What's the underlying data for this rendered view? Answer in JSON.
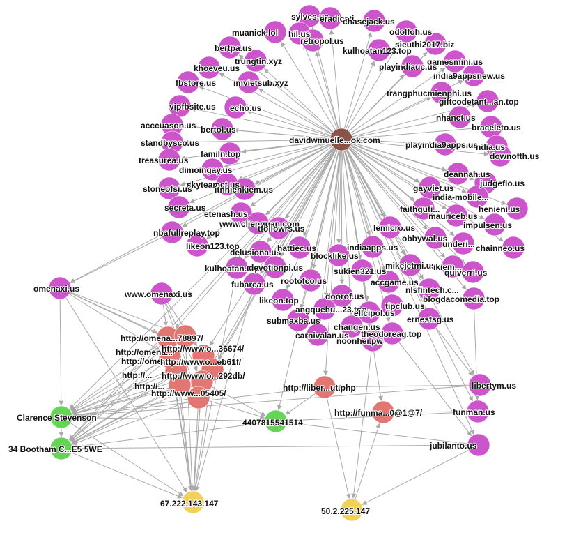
{
  "colors": {
    "domain": "#cc55cc",
    "email": "#8b5247",
    "url": "#e27672",
    "person": "#66d456",
    "ip": "#f0d25a",
    "edge": "#a9a9a9"
  },
  "nodes": [
    {
      "id": "center",
      "label": "davidwmuelle...ok.com",
      "type": "email"
    },
    {
      "id": "d_sylves",
      "label": "sylves.us",
      "type": "domain"
    },
    {
      "id": "d_eradicati",
      "label": "eradicati...",
      "type": "domain"
    },
    {
      "id": "d_chasejack",
      "label": "chasejack.us",
      "type": "domain"
    },
    {
      "id": "d_muanick",
      "label": "muanick.lol",
      "type": "domain"
    },
    {
      "id": "d_hil",
      "label": "hil.us",
      "type": "domain"
    },
    {
      "id": "d_odolfoh",
      "label": "odolfoh.us",
      "type": "domain"
    },
    {
      "id": "d_sieuthi",
      "label": "sieuthi2017.biz",
      "type": "domain"
    },
    {
      "id": "d_bertpa",
      "label": "bertpa.us",
      "type": "domain"
    },
    {
      "id": "d_retropol",
      "label": "retropol.us",
      "type": "domain"
    },
    {
      "id": "d_kulhoatan123",
      "label": "kulhoatan123.top",
      "type": "domain"
    },
    {
      "id": "d_gamesmini",
      "label": "gamesmini.us",
      "type": "domain"
    },
    {
      "id": "d_trungtin",
      "label": "trungtin.xyz",
      "type": "domain"
    },
    {
      "id": "d_playindiauc",
      "label": "playindiauc.us",
      "type": "domain"
    },
    {
      "id": "d_khoeveu",
      "label": "khoeveu.us",
      "type": "domain"
    },
    {
      "id": "d_india9apps",
      "label": "india9appsnew.us",
      "type": "domain"
    },
    {
      "id": "d_fbstore",
      "label": "fbstore.us",
      "type": "domain"
    },
    {
      "id": "d_imviet",
      "label": "imvietsub.xyz",
      "type": "domain"
    },
    {
      "id": "d_trangphuc",
      "label": "trangphucmienphi.us",
      "type": "domain"
    },
    {
      "id": "d_giftcode",
      "label": "giftcodetant...an.top",
      "type": "domain"
    },
    {
      "id": "d_vipfb",
      "label": "vipfbsite.us",
      "type": "domain"
    },
    {
      "id": "d_echo",
      "label": "echo.us",
      "type": "domain"
    },
    {
      "id": "d_nhanct",
      "label": "nhanct.us",
      "type": "domain"
    },
    {
      "id": "d_acccua",
      "label": "acccuason.us",
      "type": "domain"
    },
    {
      "id": "d_bertol",
      "label": "bertol.us",
      "type": "domain"
    },
    {
      "id": "d_bracelet",
      "label": "braceleto.us",
      "type": "domain"
    },
    {
      "id": "d_standby",
      "label": "standbysco.us",
      "type": "domain"
    },
    {
      "id": "d_playindia9",
      "label": "playindia9apps.us",
      "type": "domain"
    },
    {
      "id": "d_ndia",
      "label": "ndia.us",
      "type": "domain"
    },
    {
      "id": "d_familn",
      "label": "familn.top",
      "type": "domain"
    },
    {
      "id": "d_treasurea",
      "label": "treasurea.us",
      "type": "domain"
    },
    {
      "id": "d_downofth",
      "label": "downofth.us",
      "type": "domain"
    },
    {
      "id": "d_dimoi",
      "label": "dimoingay.us",
      "type": "domain"
    },
    {
      "id": "d_deannah",
      "label": "deannah.us",
      "type": "domain"
    },
    {
      "id": "d_skyteam",
      "label": "skyteamct.us",
      "type": "domain"
    },
    {
      "id": "d_gayviet",
      "label": "gayviet.us",
      "type": "domain"
    },
    {
      "id": "d_judgeflo",
      "label": "judgeflo.us",
      "type": "domain"
    },
    {
      "id": "d_stoneofsi",
      "label": "stoneofsi.us",
      "type": "domain"
    },
    {
      "id": "d_nhienkiem",
      "label": "itnhienkiem.us",
      "type": "domain"
    },
    {
      "id": "d_indiamobile",
      "label": "india-mobile...",
      "type": "domain"
    },
    {
      "id": "d_secreta",
      "label": "secreta.us",
      "type": "domain"
    },
    {
      "id": "d_faithgut",
      "label": "faithguti...",
      "type": "domain"
    },
    {
      "id": "d_henieni",
      "label": "henieni.us",
      "type": "domain"
    },
    {
      "id": "d_etenash",
      "label": "etenash.us",
      "type": "domain"
    },
    {
      "id": "d_mauriceb",
      "label": "mauriceb.us",
      "type": "domain"
    },
    {
      "id": "d_impulsen",
      "label": "impulsen.us",
      "type": "domain"
    },
    {
      "id": "d_clienquan",
      "label": "www.clienquan.com",
      "type": "domain"
    },
    {
      "id": "d_nbafull",
      "label": "nbafullreplay.top",
      "type": "domain"
    },
    {
      "id": "d_tfollow",
      "label": "tfollowrs.us",
      "type": "domain"
    },
    {
      "id": "d_lemicro",
      "label": "lemicro.us",
      "type": "domain"
    },
    {
      "id": "d_obbywal",
      "label": "obbywal.us",
      "type": "domain"
    },
    {
      "id": "d_underi",
      "label": "underi...",
      "type": "domain"
    },
    {
      "id": "d_chainneo",
      "label": "chainneo.us",
      "type": "domain"
    },
    {
      "id": "d_likeon123",
      "label": "likeon123.top",
      "type": "domain"
    },
    {
      "id": "d_delusiona",
      "label": "delusiona.us",
      "type": "domain"
    },
    {
      "id": "d_hattiec",
      "label": "hattiec.us",
      "type": "domain"
    },
    {
      "id": "d_indiaapps",
      "label": "indiaapps.us",
      "type": "domain"
    },
    {
      "id": "d_mikejet",
      "label": "mikejetmi.us",
      "type": "domain"
    },
    {
      "id": "d_ikiem",
      "label": "ikiem...",
      "type": "domain"
    },
    {
      "id": "d_quiverri",
      "label": "quiverri.us",
      "type": "domain"
    },
    {
      "id": "d_omenaxi",
      "label": "omenaxi.us",
      "type": "domain"
    },
    {
      "id": "d_kulhoatan",
      "label": "kulhoatan.top",
      "type": "domain"
    },
    {
      "id": "d_devotion",
      "label": "devotionpi.us",
      "type": "domain"
    },
    {
      "id": "d_blocklike",
      "label": "blocklike.us",
      "type": "domain"
    },
    {
      "id": "d_sukien",
      "label": "sukien321.us",
      "type": "domain"
    },
    {
      "id": "d_nlsfin",
      "label": "nlsfintech.c...",
      "type": "domain"
    },
    {
      "id": "d_accgame",
      "label": "accgame.us",
      "type": "domain"
    },
    {
      "id": "d_blogdaco",
      "label": "blogdacomedia.top",
      "type": "domain"
    },
    {
      "id": "d_wwwomenaxi",
      "label": "www.omenaxi.us",
      "type": "domain"
    },
    {
      "id": "d_fubarca",
      "label": "fubarca.us",
      "type": "domain"
    },
    {
      "id": "d_rootofco",
      "label": "rootofco.us",
      "type": "domain"
    },
    {
      "id": "d_likeon",
      "label": "likeon.top",
      "type": "domain"
    },
    {
      "id": "d_doorof",
      "label": "doorof.us",
      "type": "domain"
    },
    {
      "id": "d_tipclub",
      "label": "tipclub.us",
      "type": "domain"
    },
    {
      "id": "d_angquehu",
      "label": "angquehu...23.top",
      "type": "domain"
    },
    {
      "id": "d_ellcipol",
      "label": "ellcipol.us",
      "type": "domain"
    },
    {
      "id": "d_ernestsg",
      "label": "ernestsg.us",
      "type": "domain"
    },
    {
      "id": "d_submaxba",
      "label": "submaxba.us",
      "type": "domain"
    },
    {
      "id": "d_changen",
      "label": "changen.us",
      "type": "domain"
    },
    {
      "id": "d_carnival",
      "label": "carnivalan.us",
      "type": "domain"
    },
    {
      "id": "d_theodoreag",
      "label": "theodoreag.top",
      "type": "domain"
    },
    {
      "id": "d_noonhei",
      "label": "noonhei.pw",
      "type": "domain"
    },
    {
      "id": "d_libertym",
      "label": "libertym.us",
      "type": "domain"
    },
    {
      "id": "d_funman",
      "label": "funman.us",
      "type": "domain"
    },
    {
      "id": "d_jubilanto",
      "label": "jubilanto.us",
      "type": "domain"
    },
    {
      "id": "u_78897",
      "label": "http://omena...78897/",
      "type": "url"
    },
    {
      "id": "u_omena2",
      "label": "http://omena...",
      "type": "url"
    },
    {
      "id": "u_36674",
      "label": "http://www.o...36674/",
      "type": "url"
    },
    {
      "id": "u_omen3",
      "label": "http://omen...",
      "type": "url"
    },
    {
      "id": "u_eb61f",
      "label": "http://www.o...eb61f/",
      "type": "url"
    },
    {
      "id": "u_http5",
      "label": "http://...",
      "type": "url"
    },
    {
      "id": "u_292db",
      "label": "http://www.o...292db/",
      "type": "url"
    },
    {
      "id": "u_http7",
      "label": "http://...",
      "type": "url"
    },
    {
      "id": "u_05405",
      "label": "http://www...05405/",
      "type": "url"
    },
    {
      "id": "u_liber",
      "label": "http://liber...ut.php",
      "type": "url"
    },
    {
      "id": "u_funma",
      "label": "http://funma...0@1@7/",
      "type": "url"
    },
    {
      "id": "p_clarence",
      "label": "Clarence Stevenson",
      "type": "person"
    },
    {
      "id": "p_phone",
      "label": "4407815541514",
      "type": "person"
    },
    {
      "id": "p_address",
      "label": "34 Bootham C...E5 5WE",
      "type": "person"
    },
    {
      "id": "ip_67",
      "label": "67.222.143.147",
      "type": "ip"
    },
    {
      "id": "ip_50",
      "label": "50.2.225.147",
      "type": "ip"
    }
  ]
}
